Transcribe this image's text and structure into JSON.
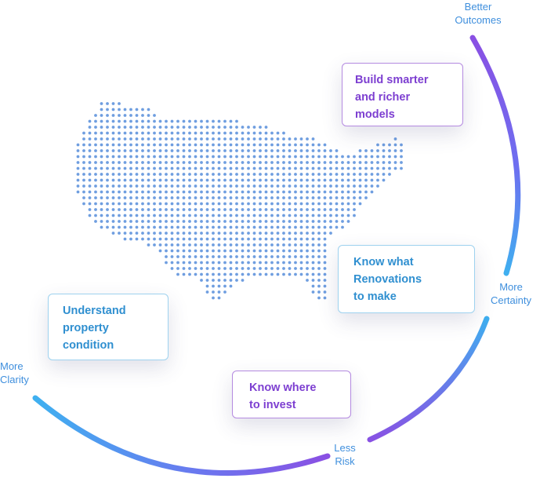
{
  "colors": {
    "purple": "#8a4fe3",
    "blue": "#3fb0f0",
    "dots": "#6f9ee0",
    "purple_text": "#7d3fd1",
    "blue_text": "#2f8fd0",
    "label_text": "#3f8fdd"
  },
  "boxes": {
    "models": {
      "lines": [
        "Build smarter",
        "and richer",
        "models"
      ]
    },
    "renovations": {
      "lines": [
        "Know what",
        "Renovations",
        "to make"
      ]
    },
    "condition": {
      "lines": [
        "Understand",
        "property",
        "condition"
      ]
    },
    "invest": {
      "lines": [
        "Know where",
        "to invest"
      ]
    }
  },
  "labels": {
    "better_outcomes": {
      "lines": [
        "Better",
        "Outcomes"
      ]
    },
    "more_certainty": {
      "lines": [
        "More",
        "Certainty"
      ]
    },
    "less_risk": {
      "lines": [
        "Less",
        "Risk"
      ]
    },
    "more_clarity": {
      "lines": [
        "More",
        "Clarity"
      ]
    }
  },
  "map": {
    "icon": "dotted-usa-map-icon"
  }
}
